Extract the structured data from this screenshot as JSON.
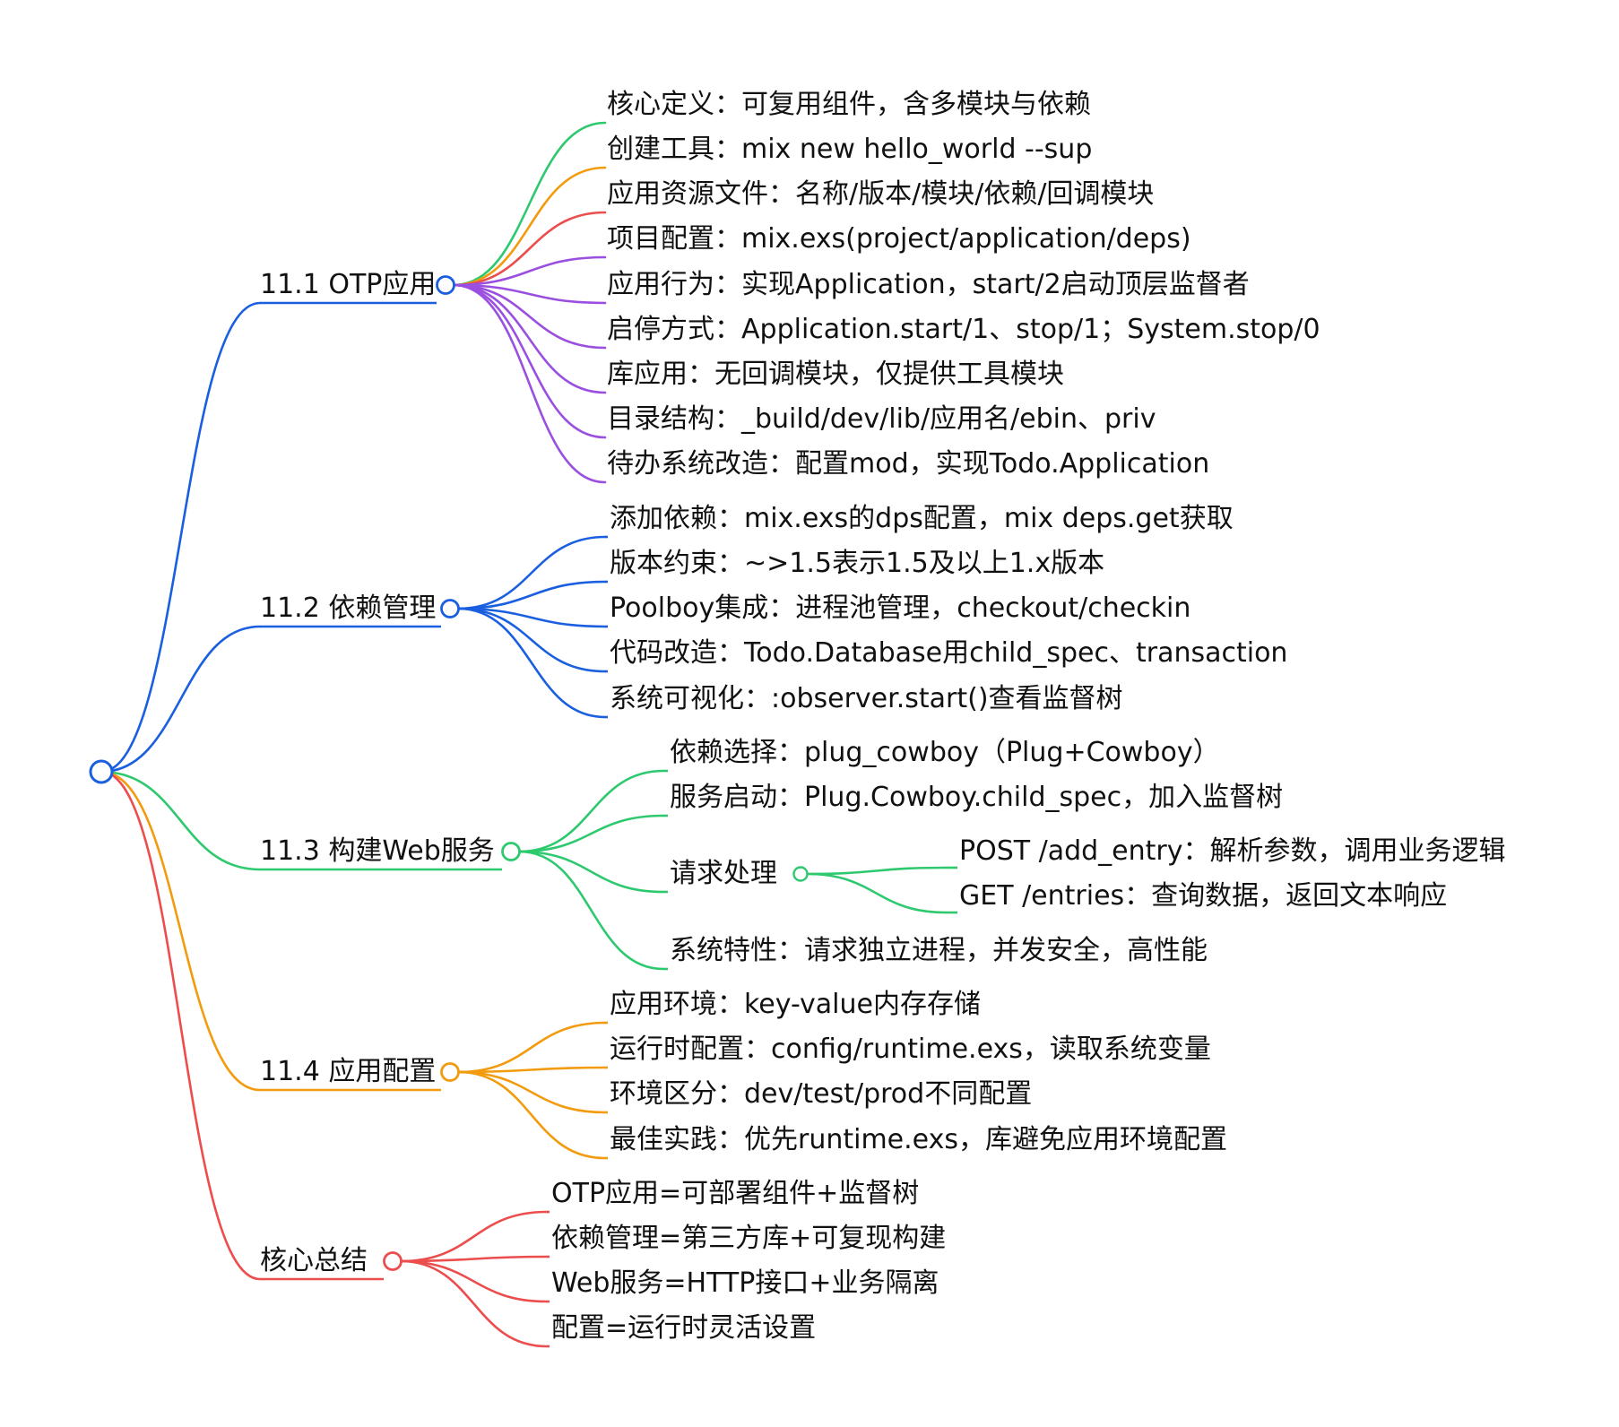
{
  "mindmap": {
    "branches": [
      {
        "label": "11.1 OTP应用",
        "color": "#1a5fe0",
        "children": [
          {
            "label": "核心定义：可复用组件，含多模块与依赖",
            "color": "#2ec96f"
          },
          {
            "label": "创建工具：mix new hello_world --sup",
            "color": "#f29b0f"
          },
          {
            "label": "应用资源文件：名称/版本/模块/依赖/回调模块",
            "color": "#ec4d4d"
          },
          {
            "label": "项目配置：mix.exs(project/application/deps)",
            "color": "#9b4fe0"
          },
          {
            "label": "应用行为：实现Application，start/2启动顶层监督者",
            "color": "#9b4fe0"
          },
          {
            "label": "启停方式：Application.start/1、stop/1；System.stop/0",
            "color": "#9b4fe0"
          },
          {
            "label": "库应用：无回调模块，仅提供工具模块",
            "color": "#9b4fe0"
          },
          {
            "label": "目录结构：_build/dev/lib/应用名/ebin、priv",
            "color": "#9b4fe0"
          },
          {
            "label": "待办系统改造：配置mod，实现Todo.Application",
            "color": "#9b4fe0"
          }
        ]
      },
      {
        "label": "11.2 依赖管理",
        "color": "#1a5fe0",
        "children": [
          {
            "label": "添加依赖：mix.exs的dps配置，mix deps.get获取",
            "color": "#1a5fe0"
          },
          {
            "label": "版本约束：~>1.5表示1.5及以上1.x版本",
            "color": "#1a5fe0"
          },
          {
            "label": "Poolboy集成：进程池管理，checkout/checkin",
            "color": "#1a5fe0"
          },
          {
            "label": "代码改造：Todo.Database用child_spec、transaction",
            "color": "#1a5fe0"
          },
          {
            "label": "系统可视化：:observer.start()查看监督树",
            "color": "#1a5fe0"
          }
        ]
      },
      {
        "label": "11.3 构建Web服务",
        "color": "#2ec96f",
        "children": [
          {
            "label": "依赖选择：plug_cowboy（Plug+Cowboy）",
            "color": "#2ec96f"
          },
          {
            "label": "服务启动：Plug.Cowboy.child_spec，加入监督树",
            "color": "#2ec96f"
          },
          {
            "label": "请求处理",
            "color": "#2ec96f",
            "children": [
              {
                "label": "POST /add_entry：解析参数，调用业务逻辑",
                "color": "#2ec96f"
              },
              {
                "label": "GET /entries：查询数据，返回文本响应",
                "color": "#2ec96f"
              }
            ]
          },
          {
            "label": "系统特性：请求独立进程，并发安全，高性能",
            "color": "#2ec96f"
          }
        ]
      },
      {
        "label": "11.4 应用配置",
        "color": "#f29b0f",
        "children": [
          {
            "label": "应用环境：key-value内存存储",
            "color": "#f29b0f"
          },
          {
            "label": "运行时配置：config/runtime.exs，读取系统变量",
            "color": "#f29b0f"
          },
          {
            "label": "环境区分：dev/test/prod不同配置",
            "color": "#f29b0f"
          },
          {
            "label": "最佳实践：优先runtime.exs，库避免应用环境配置",
            "color": "#f29b0f"
          }
        ]
      },
      {
        "label": "核心总结",
        "color": "#ec4d4d",
        "children": [
          {
            "label": "OTP应用=可部署组件+监督树",
            "color": "#ec4d4d"
          },
          {
            "label": "依赖管理=第三方库+可复现构建",
            "color": "#ec4d4d"
          },
          {
            "label": "Web服务=HTTP接口+业务隔离",
            "color": "#ec4d4d"
          },
          {
            "label": "配置=运行时灵活设置",
            "color": "#ec4d4d"
          }
        ]
      }
    ]
  }
}
